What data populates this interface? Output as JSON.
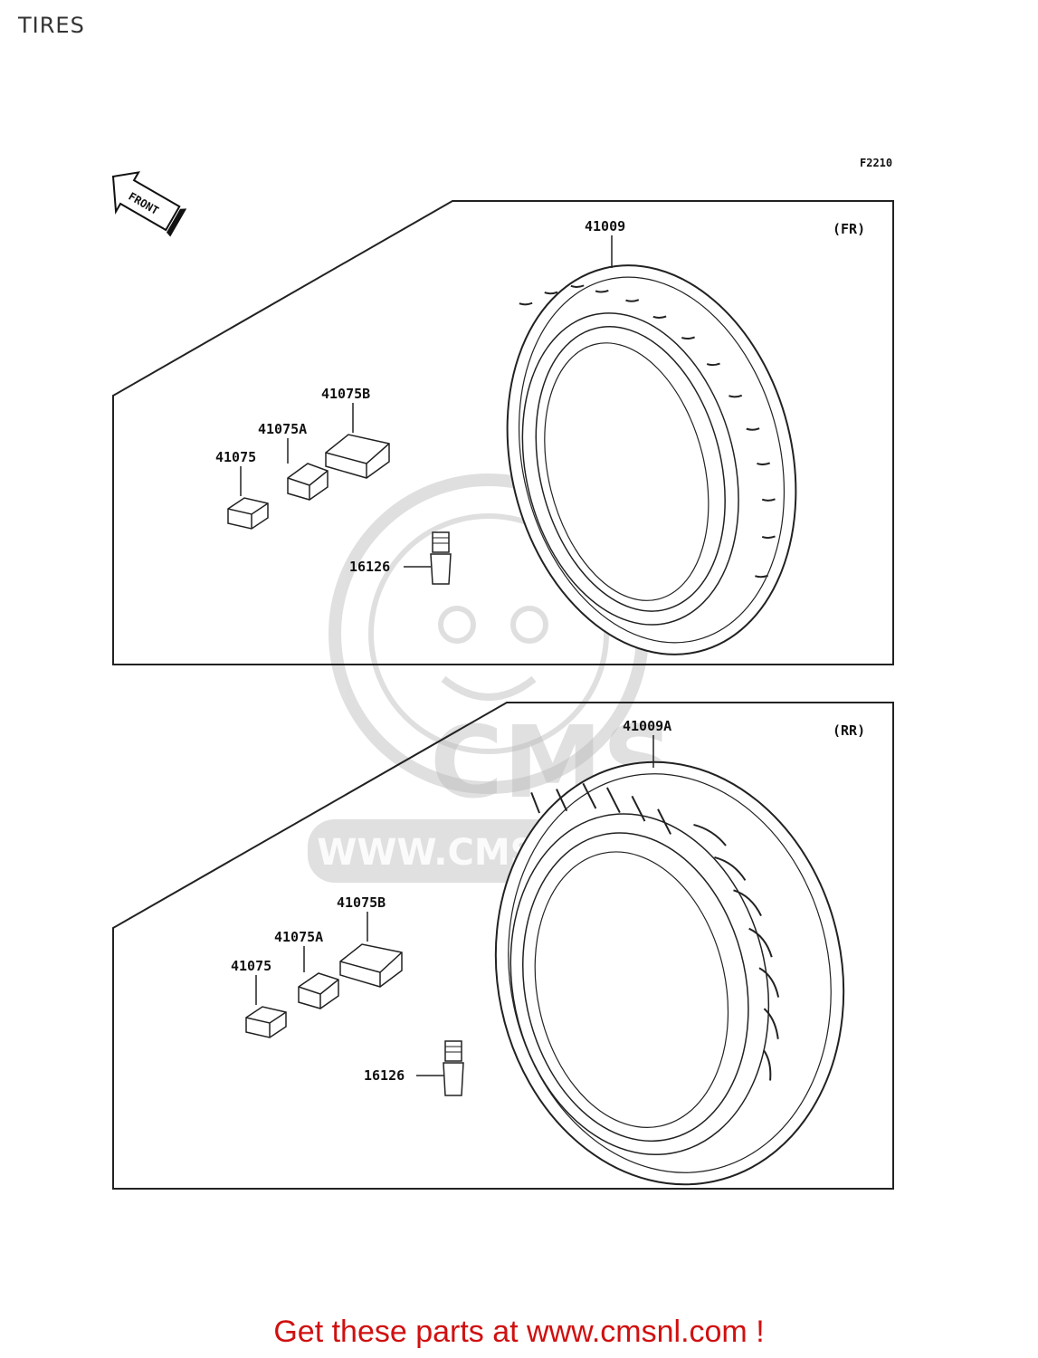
{
  "page": {
    "title": "TIRES",
    "promo": "Get these parts at www.cmsnl.com !",
    "accent_color": "#d01010"
  },
  "diagram": {
    "figure_code": "F2210",
    "direction_arrow": "FRONT",
    "watermark": {
      "logo": "CMS",
      "url": "WWW.CMSNL.COM"
    },
    "front": {
      "position_label": "(FR)",
      "parts": {
        "tire": "41009",
        "weight": "41075",
        "weight_a": "41075A",
        "weight_b": "41075B",
        "valve": "16126"
      }
    },
    "rear": {
      "position_label": "(RR)",
      "parts": {
        "tire": "41009A",
        "weight": "41075",
        "weight_a": "41075A",
        "weight_b": "41075B",
        "valve": "16126"
      }
    }
  }
}
